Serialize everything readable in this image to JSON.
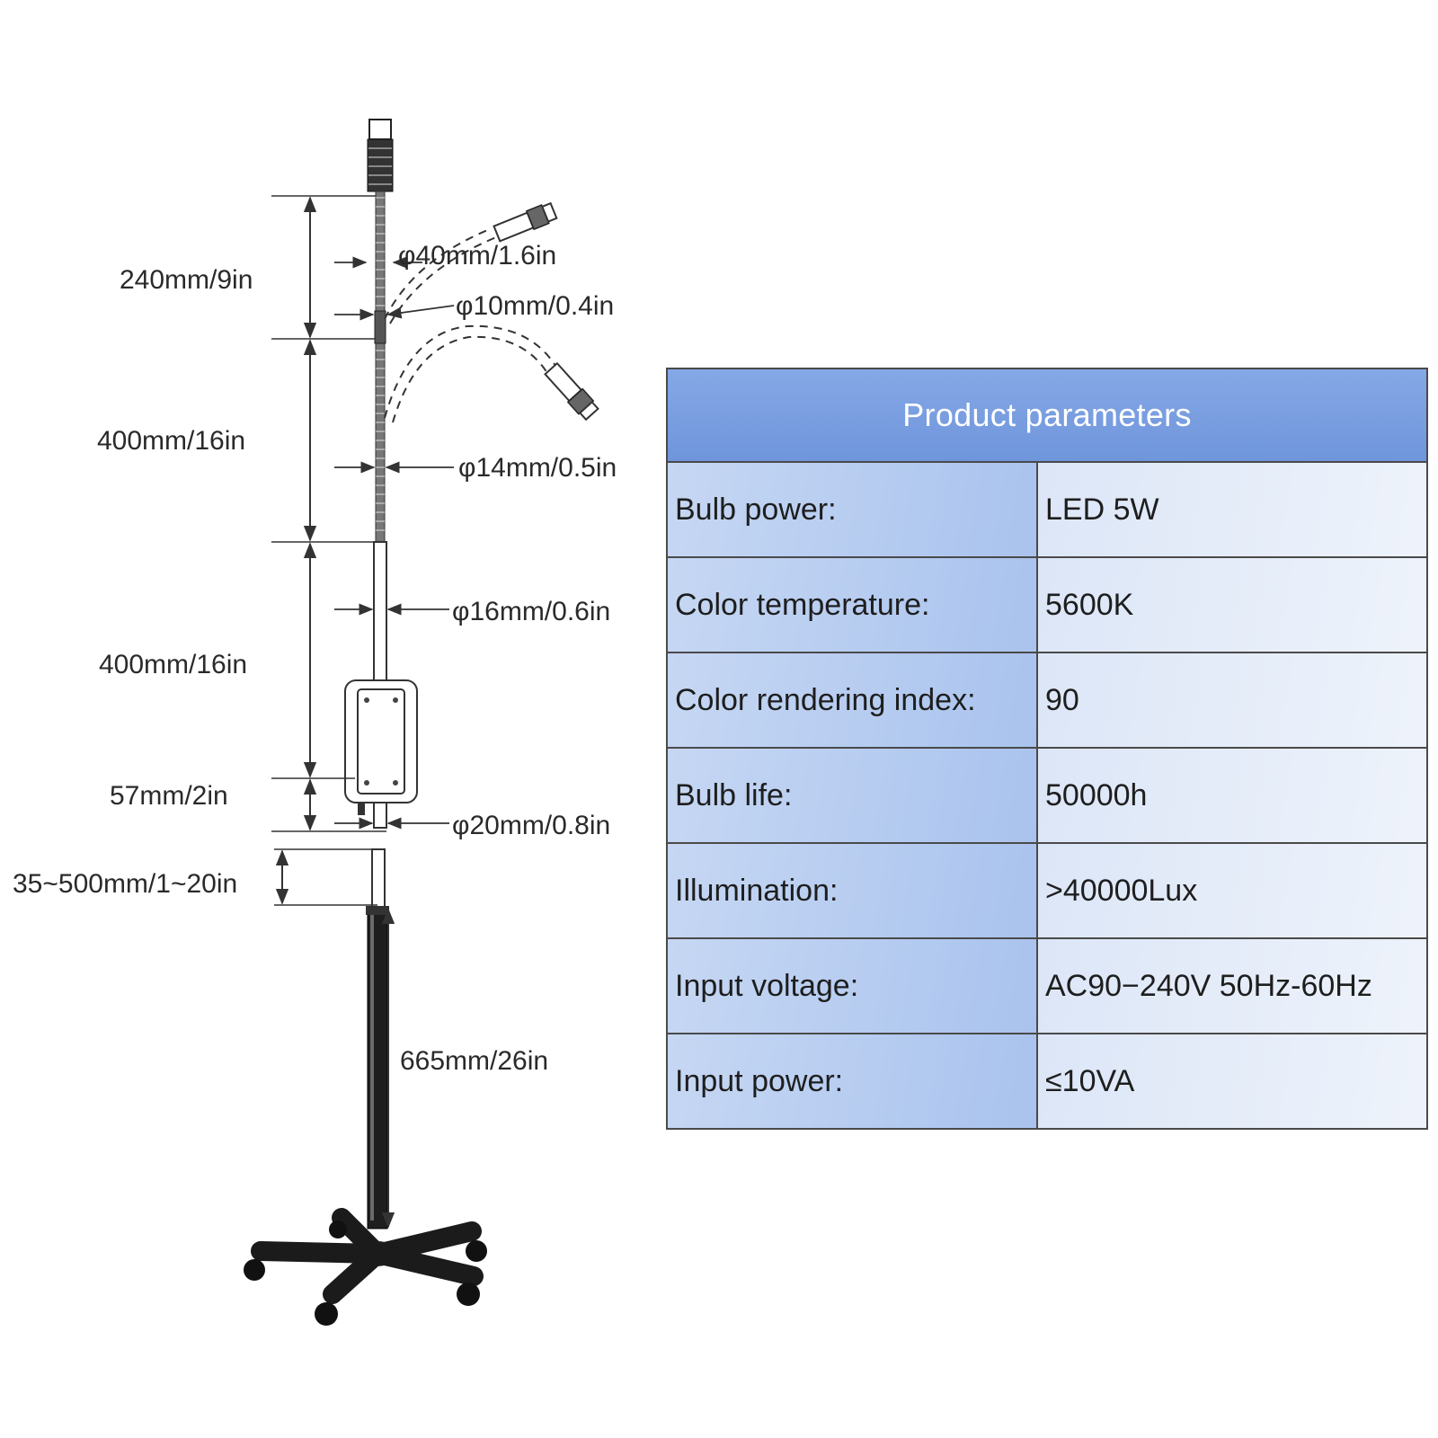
{
  "dimensions": {
    "arm_length_1": "240mm/9in",
    "arm_length_2": "400mm/16in",
    "arm_length_3": "400mm/16in",
    "box_height": "57mm/2in",
    "pole_adjust": "35~500mm/1~20in",
    "lower_pole": "665mm/26in",
    "head_diameter": "φ40mm/1.6in",
    "neck_diameter": "φ10mm/0.4in",
    "gooseneck_diameter": "φ14mm/0.5in",
    "rod_diameter": "φ16mm/0.6in",
    "base_rod_diameter": "φ20mm/0.8in"
  },
  "table": {
    "title": "Product parameters",
    "rows": [
      {
        "name": "Bulb power:",
        "value": "LED 5W"
      },
      {
        "name": "Color temperature:",
        "value": "5600K"
      },
      {
        "name": "Color rendering index:",
        "value": "90"
      },
      {
        "name": "Bulb life:",
        "value": "50000h"
      },
      {
        "name": "Illumination:",
        "value": ">40000Lux"
      },
      {
        "name": "Input voltage:",
        "value": "AC90−240V 50Hz-60Hz"
      },
      {
        "name": "Input power:",
        "value": "≤10VA"
      }
    ]
  },
  "colors": {
    "header_blue": "#7a9fe0",
    "name_cell_blue": "#b7cdf1",
    "value_cell_blue": "#e6edf9"
  }
}
